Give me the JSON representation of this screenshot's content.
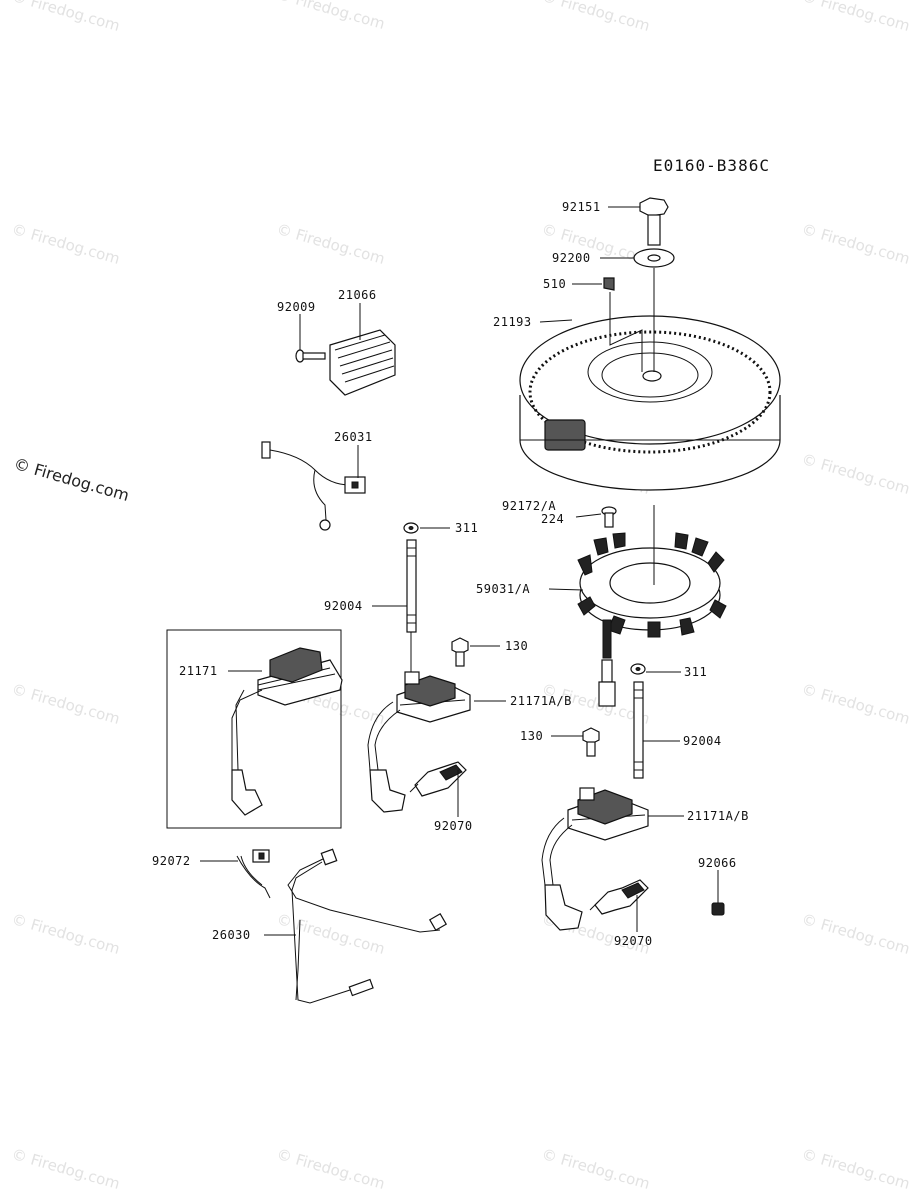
{
  "diagram_code": "E0160-B386C",
  "watermark": "© Firedog.com",
  "parts": [
    "92151",
    "92200",
    "510",
    "21193",
    "92009",
    "21066",
    "26031",
    "92172/A",
    "224",
    "311",
    "59031/A",
    "92004",
    "130",
    "21171",
    "21171A/B",
    "311",
    "130",
    "92004",
    "92070",
    "21171A/B",
    "92072",
    "92066",
    "26030",
    "92070"
  ]
}
